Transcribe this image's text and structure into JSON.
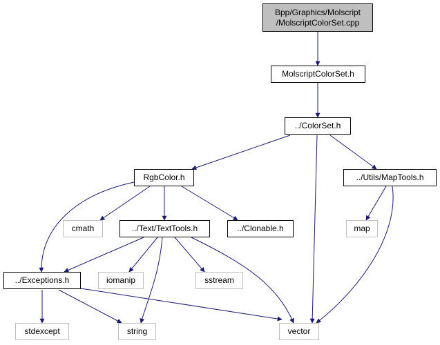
{
  "colors": {
    "edge": "#191970",
    "root_fill": "#bfbfbf",
    "documented_border": "#000000",
    "external_border": "#bfbfbf"
  },
  "nodes": {
    "root": {
      "label": "Bpp/Graphics/Molscript\n/MolscriptColorSet.cpp",
      "kind": "root"
    },
    "mcs": {
      "label": "MolscriptColorSet.h",
      "kind": "doc"
    },
    "colorset": {
      "label": "../ColorSet.h",
      "kind": "doc"
    },
    "rgbcolor": {
      "label": "RgbColor.h",
      "kind": "doc"
    },
    "maptools": {
      "label": "../Utils/MapTools.h",
      "kind": "doc"
    },
    "cmath": {
      "label": "cmath",
      "kind": "ext"
    },
    "texttools": {
      "label": "../Text/TextTools.h",
      "kind": "doc"
    },
    "clonable": {
      "label": "../Clonable.h",
      "kind": "doc"
    },
    "map": {
      "label": "map",
      "kind": "ext"
    },
    "exceptions": {
      "label": "../Exceptions.h",
      "kind": "doc"
    },
    "iomanip": {
      "label": "iomanip",
      "kind": "ext"
    },
    "sstream": {
      "label": "sstream",
      "kind": "ext"
    },
    "stdexcept": {
      "label": "stdexcept",
      "kind": "ext"
    },
    "string": {
      "label": "string",
      "kind": "ext"
    },
    "vector": {
      "label": "vector",
      "kind": "ext"
    }
  },
  "edges": [
    [
      "root",
      "mcs"
    ],
    [
      "mcs",
      "colorset"
    ],
    [
      "colorset",
      "rgbcolor"
    ],
    [
      "colorset",
      "vector"
    ],
    [
      "colorset",
      "maptools"
    ],
    [
      "rgbcolor",
      "exceptions"
    ],
    [
      "rgbcolor",
      "cmath"
    ],
    [
      "rgbcolor",
      "texttools"
    ],
    [
      "rgbcolor",
      "clonable"
    ],
    [
      "maptools",
      "map"
    ],
    [
      "maptools",
      "vector"
    ],
    [
      "texttools",
      "exceptions"
    ],
    [
      "texttools",
      "iomanip"
    ],
    [
      "texttools",
      "string"
    ],
    [
      "texttools",
      "sstream"
    ],
    [
      "texttools",
      "vector"
    ],
    [
      "exceptions",
      "stdexcept"
    ],
    [
      "exceptions",
      "string"
    ],
    [
      "exceptions",
      "vector"
    ]
  ]
}
